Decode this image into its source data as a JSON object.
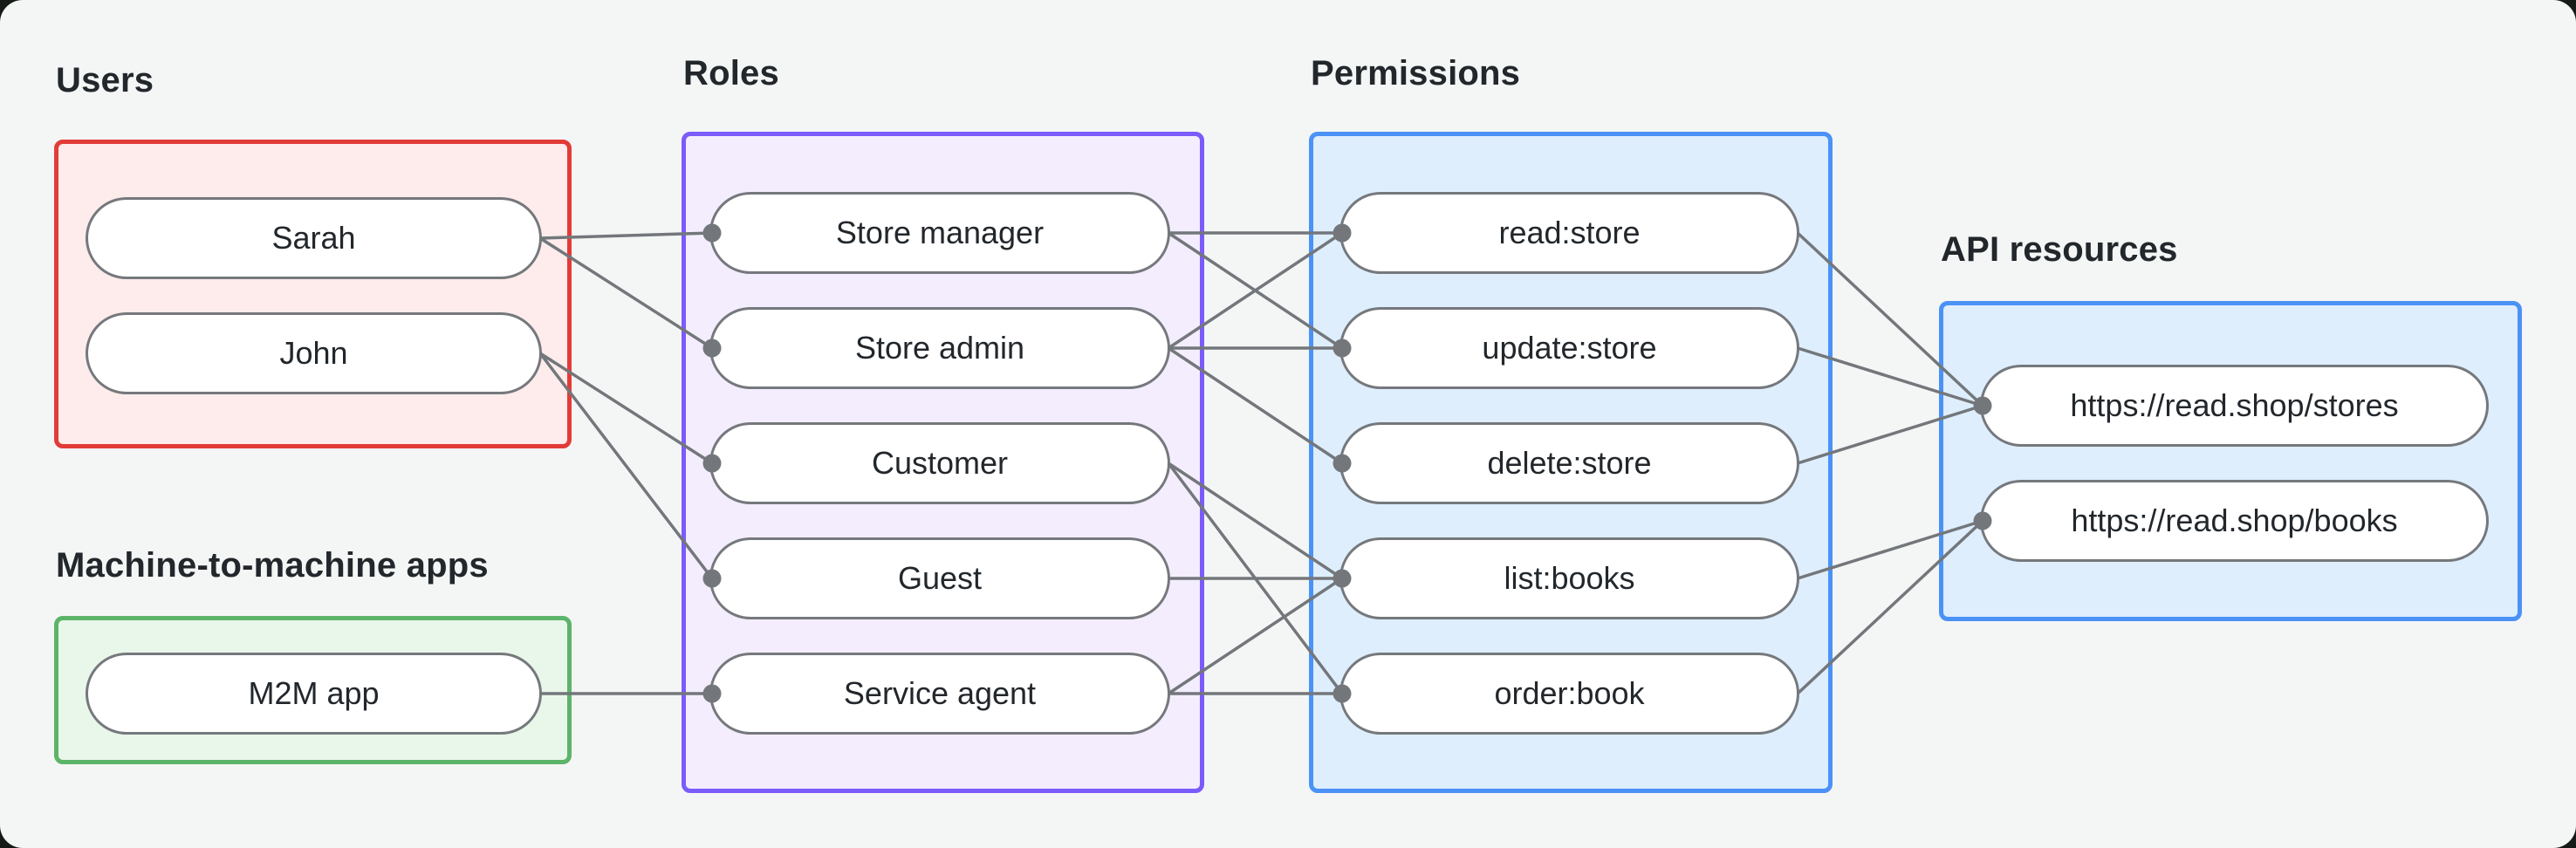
{
  "diagram": {
    "groups": [
      {
        "id": "users",
        "label": "Users",
        "border_color": "#e23c38",
        "fill_color": "#fdeceb",
        "nodes": [
          {
            "id": "sarah",
            "label": "Sarah"
          },
          {
            "id": "john",
            "label": "John"
          }
        ]
      },
      {
        "id": "m2m",
        "label": "Machine-to-machine apps",
        "border_color": "#5cb469",
        "fill_color": "#e9f6ea",
        "nodes": [
          {
            "id": "m2m-app",
            "label": "M2M app"
          }
        ]
      },
      {
        "id": "roles",
        "label": "Roles",
        "border_color": "#7b5bfa",
        "fill_color": "#f3edfd",
        "nodes": [
          {
            "id": "store-manager",
            "label": "Store manager"
          },
          {
            "id": "store-admin",
            "label": "Store admin"
          },
          {
            "id": "customer",
            "label": "Customer"
          },
          {
            "id": "guest",
            "label": "Guest"
          },
          {
            "id": "service-agent",
            "label": "Service agent"
          }
        ]
      },
      {
        "id": "permissions",
        "label": "Permissions",
        "border_color": "#4b92f7",
        "fill_color": "#deeefd",
        "nodes": [
          {
            "id": "read-store",
            "label": "read:store"
          },
          {
            "id": "update-store",
            "label": "update:store"
          },
          {
            "id": "delete-store",
            "label": "delete:store"
          },
          {
            "id": "list-books",
            "label": "list:books"
          },
          {
            "id": "order-book",
            "label": "order:book"
          }
        ]
      },
      {
        "id": "api",
        "label": "API resources",
        "border_color": "#4b92f7",
        "fill_color": "#deeefd",
        "nodes": [
          {
            "id": "stores",
            "label": "https://read.shop/stores"
          },
          {
            "id": "books",
            "label": "https://read.shop/books"
          }
        ]
      }
    ],
    "edges": [
      {
        "from": "sarah",
        "to": "store-manager"
      },
      {
        "from": "sarah",
        "to": "store-admin"
      },
      {
        "from": "john",
        "to": "customer"
      },
      {
        "from": "john",
        "to": "guest"
      },
      {
        "from": "m2m-app",
        "to": "service-agent"
      },
      {
        "from": "store-manager",
        "to": "read-store"
      },
      {
        "from": "store-manager",
        "to": "update-store"
      },
      {
        "from": "store-admin",
        "to": "read-store"
      },
      {
        "from": "store-admin",
        "to": "update-store"
      },
      {
        "from": "store-admin",
        "to": "delete-store"
      },
      {
        "from": "customer",
        "to": "list-books"
      },
      {
        "from": "customer",
        "to": "order-book"
      },
      {
        "from": "guest",
        "to": "list-books"
      },
      {
        "from": "service-agent",
        "to": "list-books"
      },
      {
        "from": "service-agent",
        "to": "order-book"
      },
      {
        "from": "read-store",
        "to": "stores"
      },
      {
        "from": "update-store",
        "to": "stores"
      },
      {
        "from": "delete-store",
        "to": "stores"
      },
      {
        "from": "list-books",
        "to": "books"
      },
      {
        "from": "order-book",
        "to": "books"
      }
    ],
    "colors": {
      "canvas_bg": "#f4f6f5",
      "outer_bg": "#161b18",
      "edge": "#73777b",
      "node_border": "#75787c",
      "node_fill": "#ffffff",
      "text": "#22272c"
    }
  }
}
